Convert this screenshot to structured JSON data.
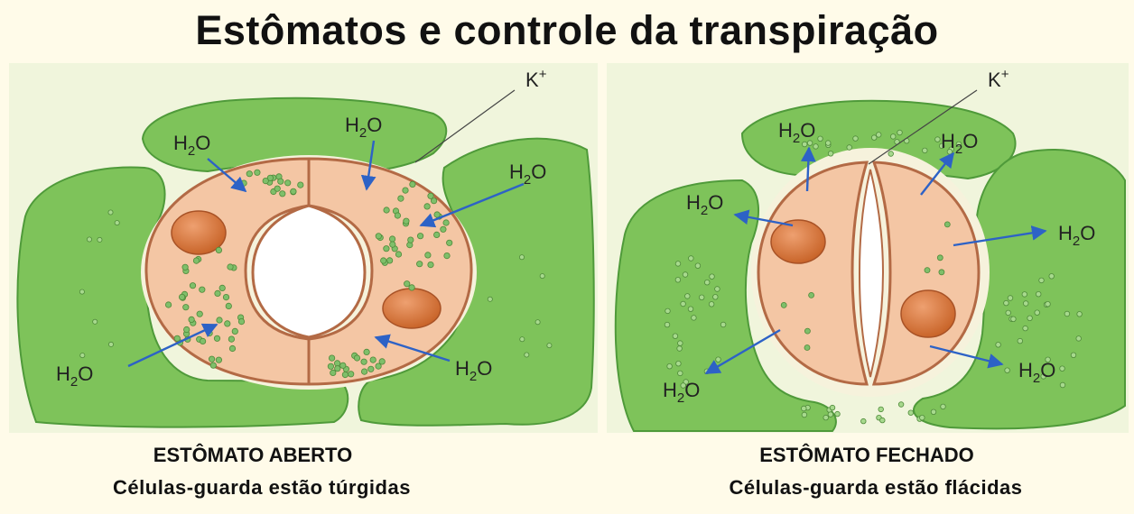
{
  "title": "Estômatos e controle da transpiração",
  "colors": {
    "background": "#fffbe9",
    "panel": "#f0f5dc",
    "epidermal_cell": "#7ec35a",
    "epidermal_dark": "#4f9a3a",
    "guard_cell": "#f4c6a4",
    "guard_outline": "#b36a45",
    "nucleus": "#d97a3a",
    "arrow": "#2d62c6"
  },
  "left": {
    "ion_label": "K",
    "ion_sup": "+",
    "water_base": "H",
    "water_sub": "2",
    "water_o": "O",
    "caption_line1": "ESTÔMATO ABERTO",
    "caption_line2": "Células-guarda estão túrgidas"
  },
  "right": {
    "ion_label": "K",
    "ion_sup": "+",
    "water_base": "H",
    "water_sub": "2",
    "water_o": "O",
    "caption_line1": "ESTÔMATO FECHADO",
    "caption_line2": "Células-guarda estão flácidas"
  }
}
